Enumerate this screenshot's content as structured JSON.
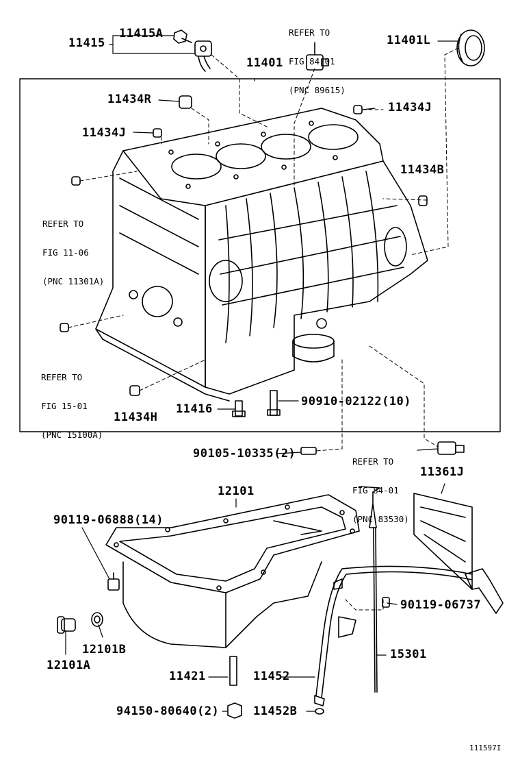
{
  "labels": {
    "p11415": "11415",
    "p11415a": "11415A",
    "p11401": "11401",
    "p11401l": "11401L",
    "p11434r": "11434R",
    "p11434j_top": "11434J",
    "p11434j_left": "11434J",
    "p11434b": "11434B",
    "p11434h": "11434H",
    "p11416": "11416",
    "p90910": "90910-02122(10)",
    "p90105": "90105-10335(2)",
    "p11361j": "11361J",
    "p12101": "12101",
    "p90119_06888": "90119-06888(14)",
    "p90119_06737": "90119-06737",
    "p12101b": "12101B",
    "p12101a": "12101A",
    "p15301": "15301",
    "p11421": "11421",
    "p11452": "11452",
    "p94150": "94150-80640(2)",
    "p11452b": "11452B",
    "figure_id": "111597I"
  },
  "refs": {
    "ref_top": {
      "l1": "REFER TO",
      "l2": "FIG 84-01",
      "l3": "(PNC 89615)"
    },
    "ref_1106": {
      "l1": "REFER TO",
      "l2": "FIG 11-06",
      "l3": "(PNC 11301A)"
    },
    "ref_1501": {
      "l1": "REFER TO",
      "l2": "FIG 15-01",
      "l3": "(PNC 15100A)"
    },
    "ref_8401b": {
      "l1": "REFER TO",
      "l2": "FIG 84-01",
      "l3": "(PNC 83530)"
    }
  },
  "icons": {
    "cylinder_block": "engine-cylinder-block-icon",
    "oil_pan": "oil-pan-icon",
    "dipstick": "oil-level-gauge-icon",
    "dipstick_guide": "gauge-guide-icon",
    "baffle": "oil-pan-baffle-icon"
  },
  "colors": {
    "ink": "#000000",
    "paper": "#ffffff"
  }
}
